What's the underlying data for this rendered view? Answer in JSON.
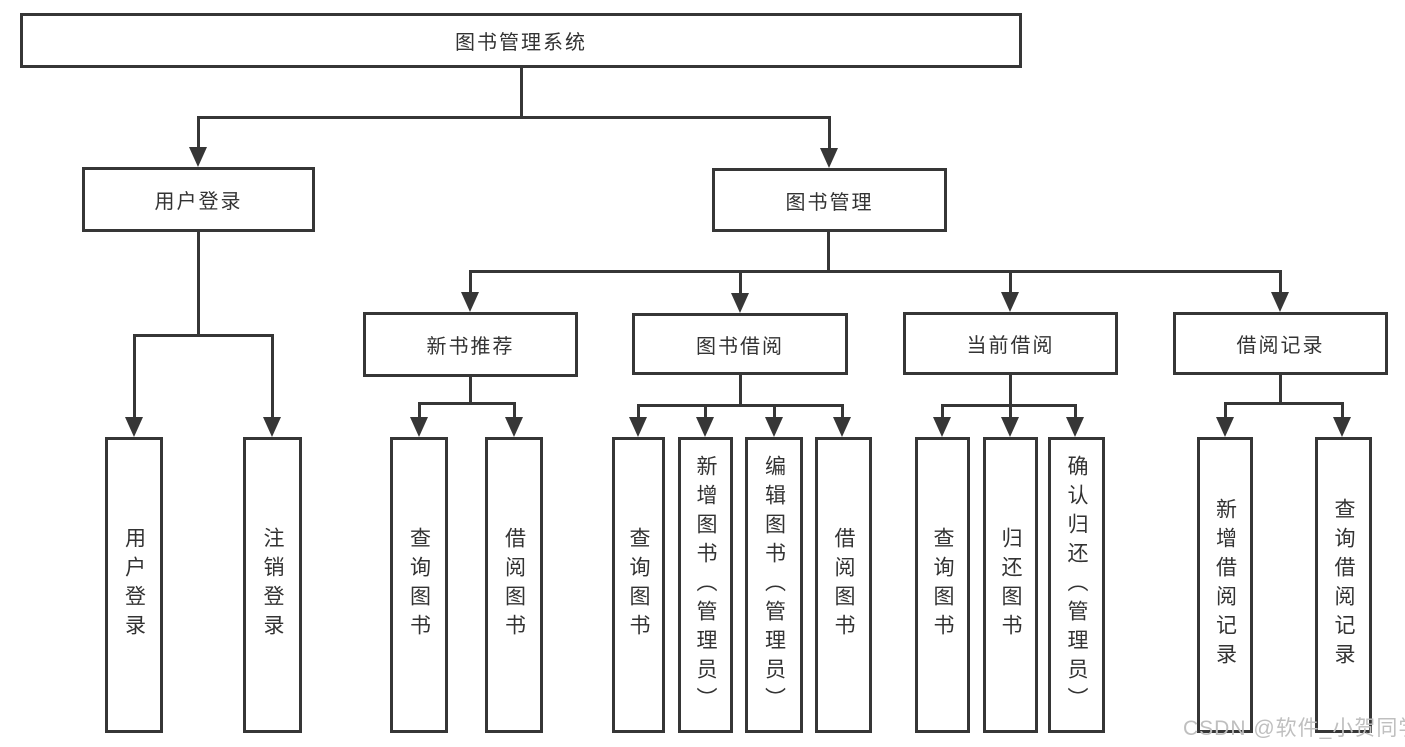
{
  "tree": {
    "root": {
      "label": "图书管理系统"
    },
    "branches": [
      {
        "label": "用户登录",
        "children": [
          {
            "label": "用户登录"
          },
          {
            "label": "注销登录"
          }
        ]
      },
      {
        "label": "图书管理",
        "children": [
          {
            "label": "新书推荐",
            "children": [
              {
                "label": "查询图书"
              },
              {
                "label": "借阅图书"
              }
            ]
          },
          {
            "label": "图书借阅",
            "children": [
              {
                "label": "查询图书"
              },
              {
                "label": "新增图书（管理员）"
              },
              {
                "label": "编辑图书（管理员）"
              },
              {
                "label": "借阅图书"
              }
            ]
          },
          {
            "label": "当前借阅",
            "children": [
              {
                "label": "查询图书"
              },
              {
                "label": "归还图书"
              },
              {
                "label": "确认归还（管理员）"
              }
            ]
          },
          {
            "label": "借阅记录",
            "children": [
              {
                "label": "新增借阅记录"
              },
              {
                "label": "查询借阅记录"
              }
            ]
          }
        ]
      }
    ]
  },
  "watermark": {
    "text": "CSDN @软件_小贺同学"
  },
  "colors": {
    "line": "#363636",
    "text": "#333333",
    "watermark": "#bfbfbf",
    "background": "#ffffff"
  }
}
